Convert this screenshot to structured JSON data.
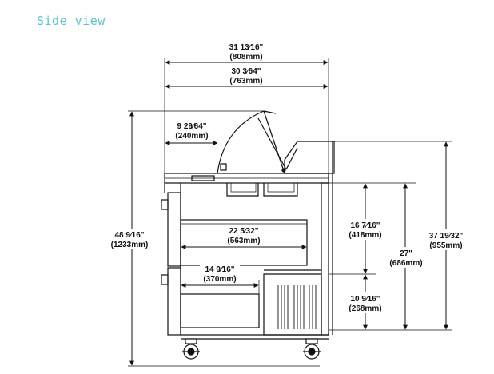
{
  "header": {
    "title": "Side view"
  },
  "dimensions": {
    "overall_width": {
      "imperial": "31 13⁄16\"",
      "metric": "(808mm)"
    },
    "top_width": {
      "imperial": "30 3⁄64\"",
      "metric": "(763mm)"
    },
    "lid_depth": {
      "imperial": "9 29⁄64\"",
      "metric": "(240mm)"
    },
    "drawer_depth": {
      "imperial": "22 5⁄32\"",
      "metric": "(563mm)"
    },
    "lower_depth": {
      "imperial": "14 9⁄16\"",
      "metric": "(370mm)"
    },
    "overall_height": {
      "imperial": "48 9⁄16\"",
      "metric": "(1233mm)"
    },
    "counter_to_top": {
      "imperial": "16 7⁄16\"",
      "metric": "(418mm)"
    },
    "work_height": {
      "imperial": "27\"",
      "metric": "(686mm)"
    },
    "base_height": {
      "imperial": "10 9⁄16\"",
      "metric": "(268mm)"
    },
    "rail_height": {
      "imperial": "37 19⁄32\"",
      "metric": "(955mm)"
    }
  },
  "colors": {
    "title": "#5ec3cc",
    "line": "#111111"
  }
}
